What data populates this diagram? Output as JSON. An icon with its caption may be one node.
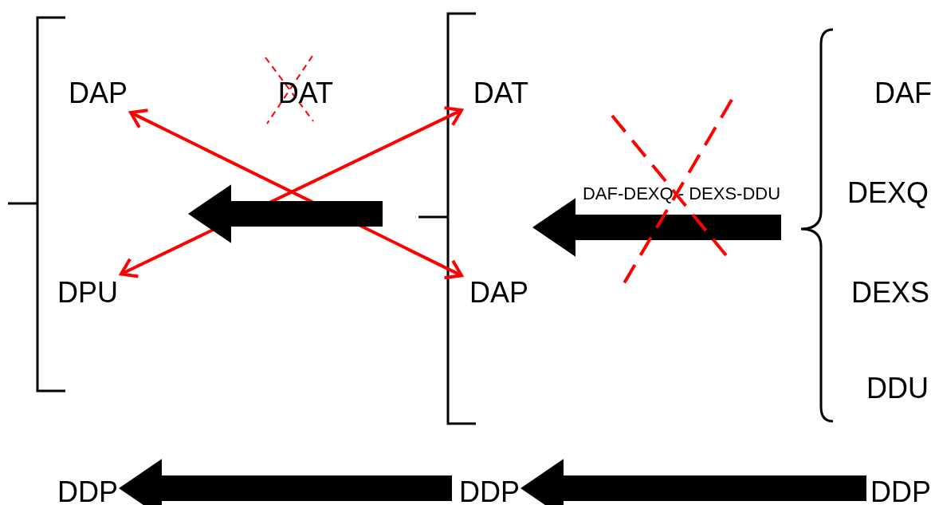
{
  "diagram": {
    "nodes": [
      {
        "text": [],
        "shape": "bracket"
      },
      {
        "text": [
          "DAP"
        ],
        "in": 0
      },
      {
        "text": [
          "DAT"
        ]
      },
      {
        "text": [
          "DPU"
        ],
        "in": 0
      },
      {
        "text": [],
        "shape": "bracket"
      },
      {
        "text": [
          "DAT"
        ],
        "in": 4
      },
      {
        "text": [
          "DAP"
        ],
        "in": 4
      },
      {
        "text": [],
        "shape": "brace"
      },
      {
        "text": [
          "DAF"
        ],
        "in": 7
      },
      {
        "text": [
          "DEXQ"
        ],
        "in": 7
      },
      {
        "text": [
          "DEXS"
        ],
        "in": 7
      },
      {
        "text": [
          "DDU"
        ],
        "in": 7
      },
      {
        "text": [
          "DDP"
        ]
      },
      {
        "text": [
          "DDP"
        ]
      },
      {
        "text": [
          "DDP"
        ]
      }
    ],
    "edges": [
      {
        "from": 1,
        "to": 6,
        "arrow": "both",
        "color": "#ff0000"
      },
      {
        "from": 3,
        "to": 5,
        "arrow": "both",
        "color": "#ff0000"
      },
      {
        "from": 4,
        "to": 0,
        "arrow": "to"
      },
      {
        "from": 7,
        "to": 4,
        "arrow": "to",
        "label": "DAF-DEXQ - DEXS-DDU"
      },
      {
        "from": 14,
        "to": 13,
        "arrow": "to"
      },
      {
        "from": 13,
        "to": 12,
        "arrow": "to"
      }
    ]
  }
}
